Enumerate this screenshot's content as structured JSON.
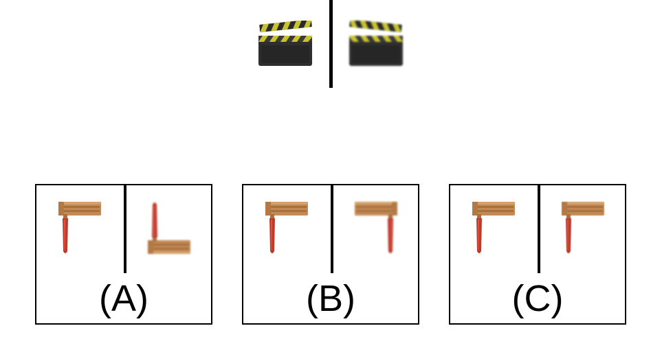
{
  "example": {
    "icon": "clapperboard-icon"
  },
  "options": [
    {
      "label": "(A)",
      "icon": "ratchet-rattle-icon"
    },
    {
      "label": "(B)",
      "icon": "ratchet-rattle-icon"
    },
    {
      "label": "(C)",
      "icon": "ratchet-rattle-icon"
    }
  ],
  "colors": {
    "board": "#2b2b2b",
    "stripe_yellow": "#c8c230",
    "wood": "#c28a55",
    "handle": "#c0392b"
  }
}
